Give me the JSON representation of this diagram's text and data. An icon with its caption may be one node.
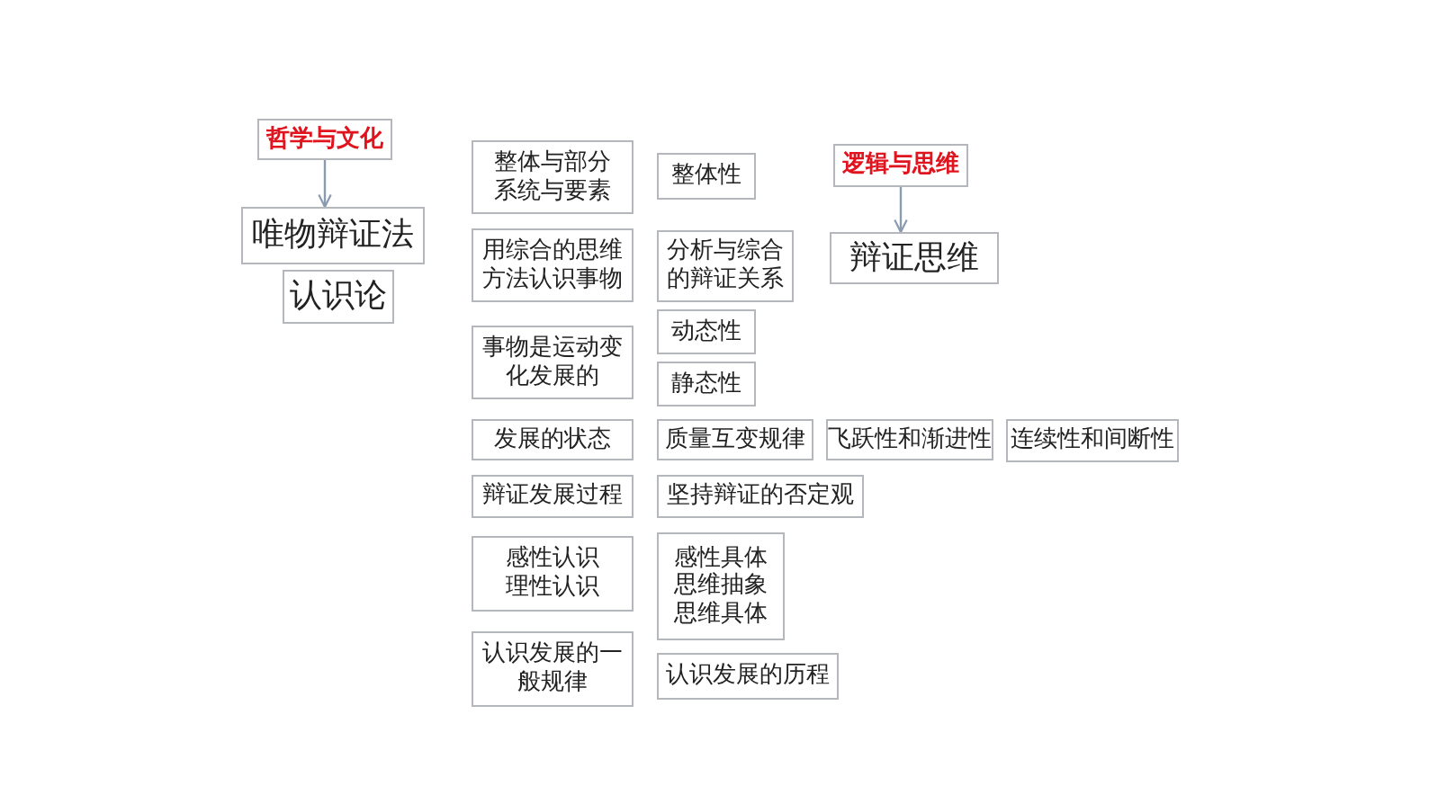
{
  "diagram": {
    "nodes": [
      {
        "text": [
          "哲学与文化"
        ]
      },
      {
        "text": [
          "唯物辩证法"
        ]
      },
      {
        "text": [
          "认识论"
        ]
      },
      {
        "text": [
          "逻辑与思维"
        ]
      },
      {
        "text": [
          "辩证思维"
        ]
      },
      {
        "text": [
          "整体与部分系统与要素"
        ]
      },
      {
        "text": [
          "用综合的思维方法认识事物"
        ]
      },
      {
        "text": [
          "事物是运动变化发展的"
        ]
      },
      {
        "text": [
          "发展的状态"
        ]
      },
      {
        "text": [
          "辩证发展过程"
        ]
      },
      {
        "text": [
          "感性认识理性认识"
        ]
      },
      {
        "text": [
          "认识发展的一般规律"
        ]
      },
      {
        "text": [
          "整体性"
        ]
      },
      {
        "text": [
          "分析与综合的辩证关系"
        ]
      },
      {
        "text": [
          "动态性"
        ]
      },
      {
        "text": [
          "静态性"
        ]
      },
      {
        "text": [
          "质量互变规律"
        ]
      },
      {
        "text": [
          "飞跃性和渐进性"
        ]
      },
      {
        "text": [
          "连续性和间断性"
        ]
      },
      {
        "text": [
          "坚持辩证的否定观"
        ]
      },
      {
        "text": [
          "感性具体思维抽象思维具体"
        ]
      },
      {
        "text": [
          "认识发展的历程"
        ]
      }
    ],
    "edges": [
      {
        "from": 0,
        "to": 1,
        "arrow": "to"
      },
      {
        "from": 3,
        "to": 4,
        "arrow": "to"
      }
    ]
  }
}
